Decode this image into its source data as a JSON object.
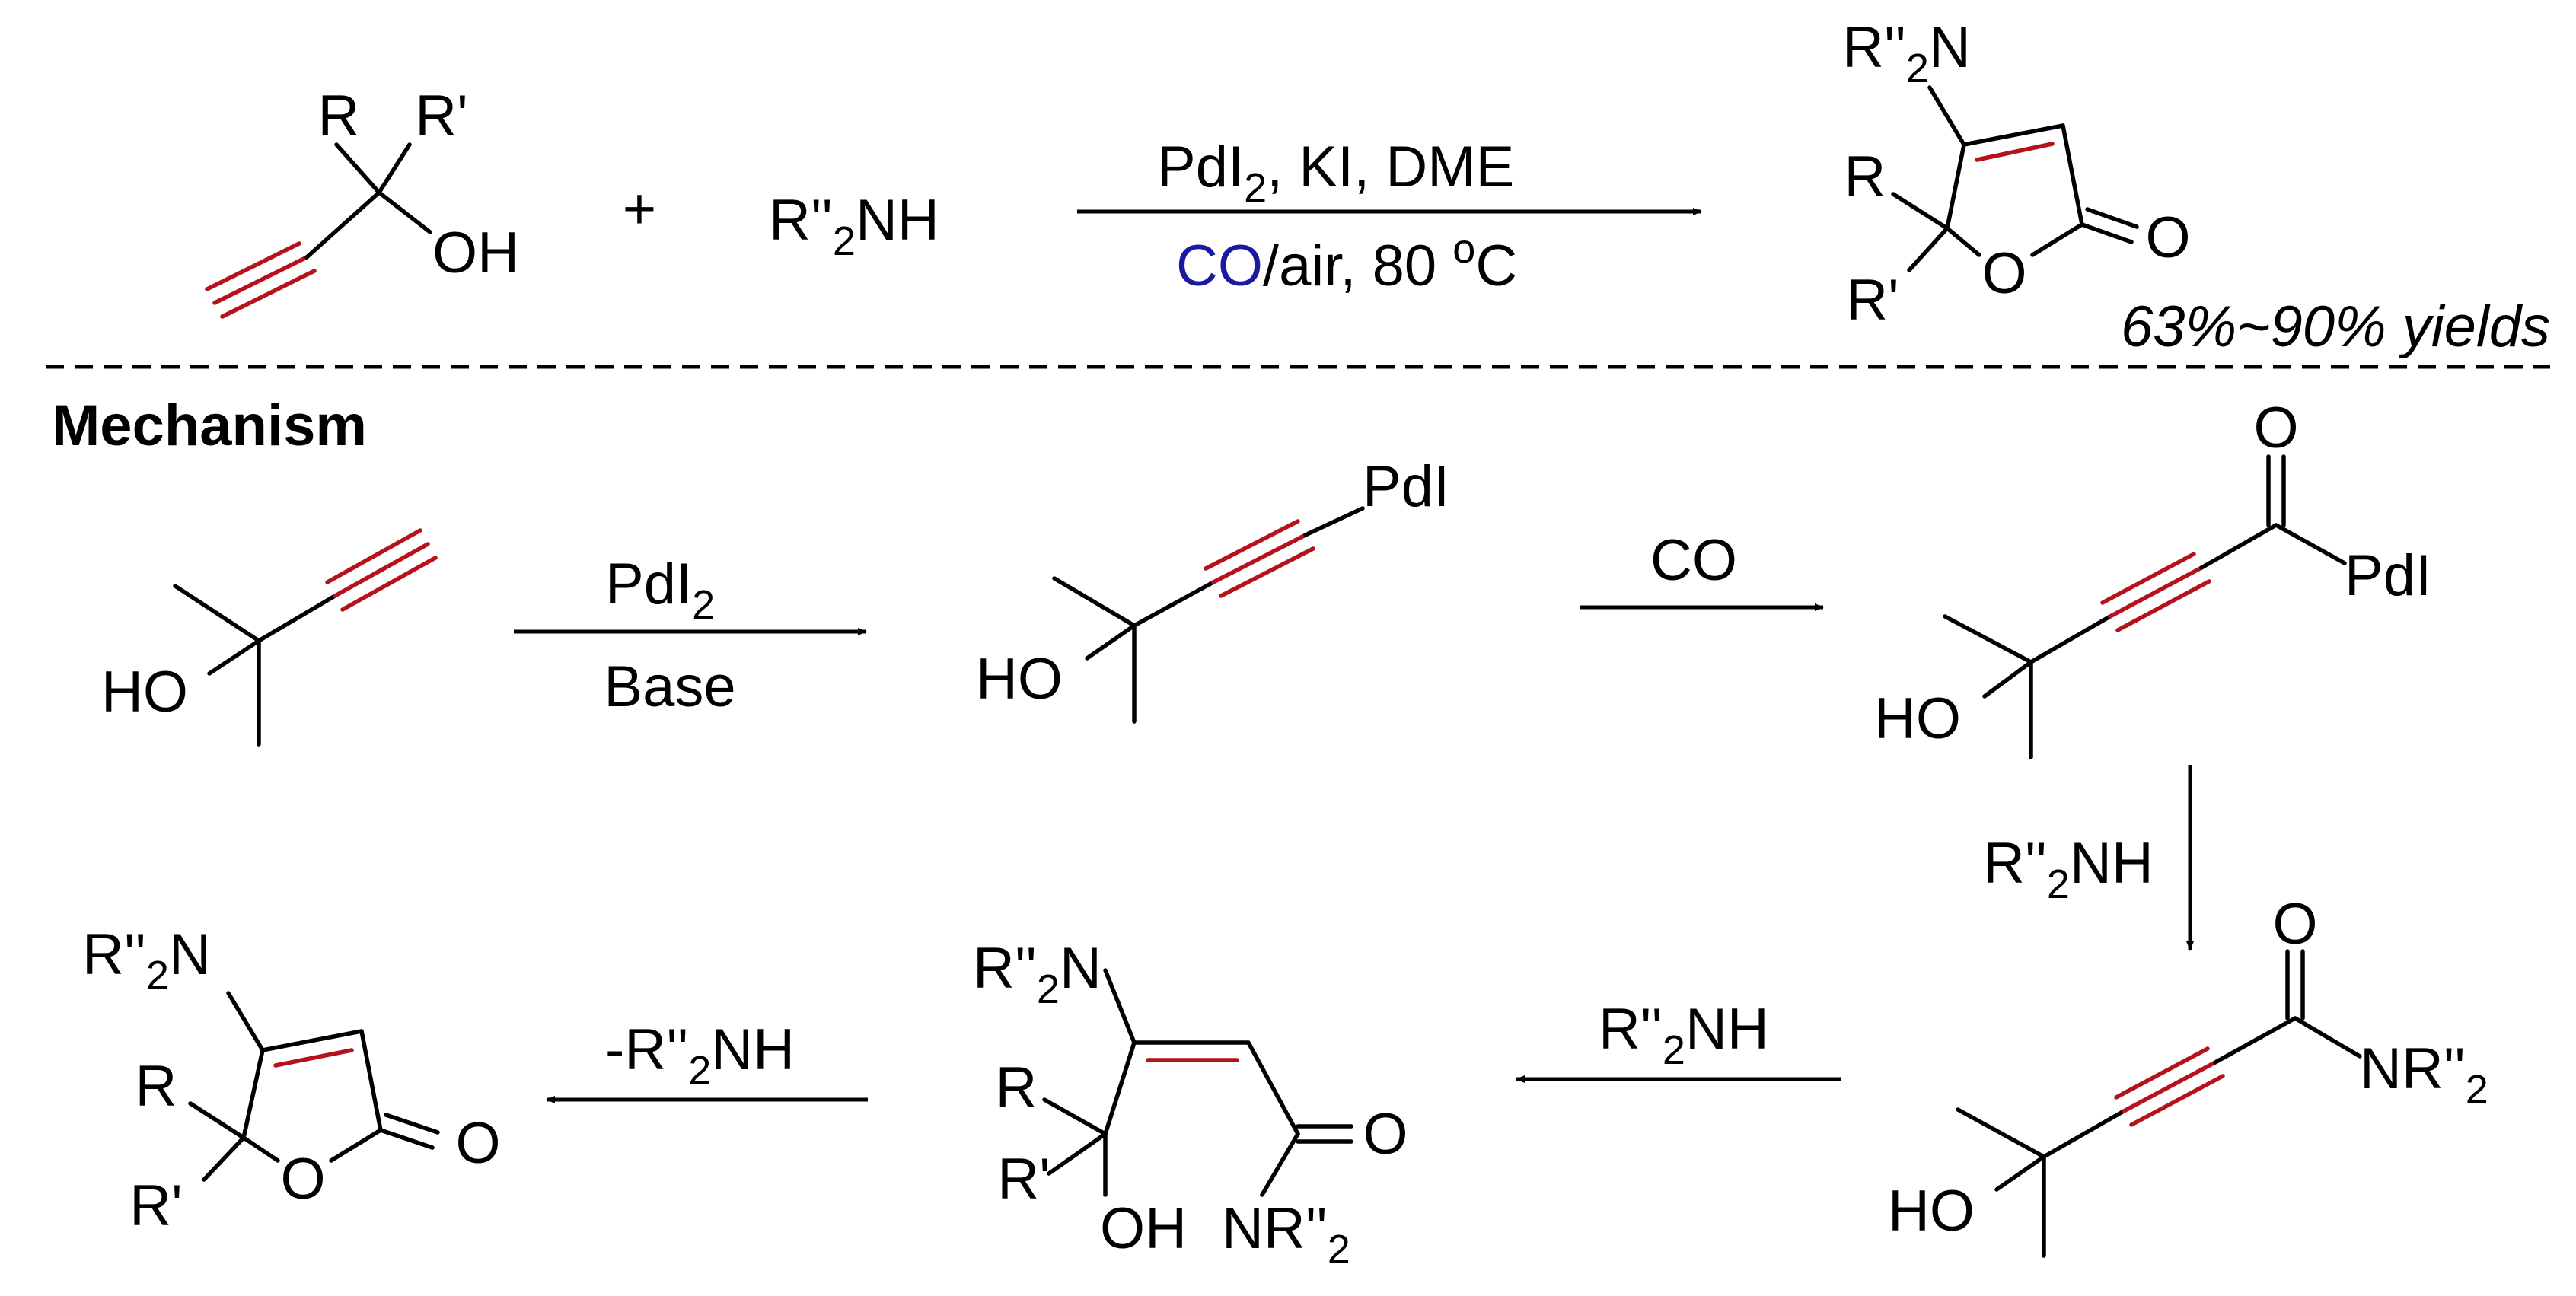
{
  "colors": {
    "bond": "#000000",
    "alkyne": "#b5121b",
    "carbonyl_label": "#1a1aa0"
  },
  "top_reaction": {
    "reactant1": {
      "r": "R",
      "r_prime": "R'",
      "oh": "OH"
    },
    "plus": "+",
    "reactant2": {
      "main": "R''",
      "sub": "2",
      "tail": "NH"
    },
    "conditions_above": {
      "pre": "PdI",
      "sub": "2",
      "post": ", KI, DME"
    },
    "conditions_below": {
      "co": "CO",
      "rest": "/air, 80 ",
      "sup": "o",
      "unit": "C"
    },
    "product": {
      "amine_main": "R''",
      "amine_sub": "2",
      "amine_tail": "N",
      "r": "R",
      "r_prime": "R'",
      "ring_o": "O",
      "carbonyl_o": "O"
    },
    "yield": "63%~90% yields"
  },
  "mechanism": {
    "heading": "Mechanism",
    "step1": {
      "reagent_pre": "PdI",
      "reagent_sub": "2",
      "base": "Base"
    },
    "step2": {
      "reagent": "CO"
    },
    "step3": {
      "reagent_main": "R''",
      "reagent_sub": "2",
      "reagent_tail": "NH"
    },
    "step4": {
      "reagent_main": "R''",
      "reagent_sub": "2",
      "reagent_tail": "NH"
    },
    "step5": {
      "reagent_main": "-R''",
      "reagent_sub": "2",
      "reagent_tail": "NH"
    },
    "start": {
      "ho": "HO"
    },
    "int1": {
      "ho": "HO",
      "pdi": "PdI"
    },
    "int2": {
      "ho": "HO",
      "o": "O",
      "pdi": "PdI"
    },
    "int3": {
      "ho": "HO",
      "o": "O",
      "nr_main": "NR''",
      "nr_sub": "2"
    },
    "int4": {
      "amine_main": "R''",
      "amine_sub": "2",
      "amine_tail": "N",
      "r": "R",
      "r_prime": "R'",
      "oh": "OH",
      "o": "O",
      "nr_main": "NR''",
      "nr_sub": "2"
    },
    "final": {
      "amine_main": "R''",
      "amine_sub": "2",
      "amine_tail": "N",
      "r": "R",
      "r_prime": "R'",
      "ring_o": "O",
      "carbonyl_o": "O"
    }
  }
}
